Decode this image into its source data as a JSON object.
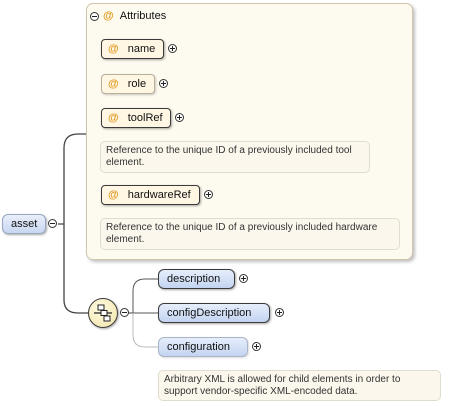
{
  "root": {
    "label": "asset"
  },
  "attributes": {
    "header_label": "Attributes",
    "at_symbol": "@",
    "items": [
      {
        "label": "name",
        "required": true,
        "doc": ""
      },
      {
        "label": "role",
        "required": false,
        "doc": ""
      },
      {
        "label": "toolRef",
        "required": true,
        "doc": "Reference to the unique ID of a previously included tool element."
      },
      {
        "label": "hardwareRef",
        "required": true,
        "doc": "Reference to the unique ID of a previously included hardware element."
      }
    ]
  },
  "sequence": {
    "icon": "sequence-compositor-icon",
    "children": [
      {
        "label": "description",
        "required": true,
        "doc": ""
      },
      {
        "label": "configDescription",
        "required": true,
        "doc": ""
      },
      {
        "label": "configuration",
        "required": false,
        "doc": "Arbitrary XML is allowed for child elements in order to support vendor-specific XML-encoded data."
      }
    ]
  },
  "colors": {
    "attribute_accent": "#e19a1e",
    "element_fill": "#c3d4f1",
    "panel_fill": "#fdfaf0"
  }
}
